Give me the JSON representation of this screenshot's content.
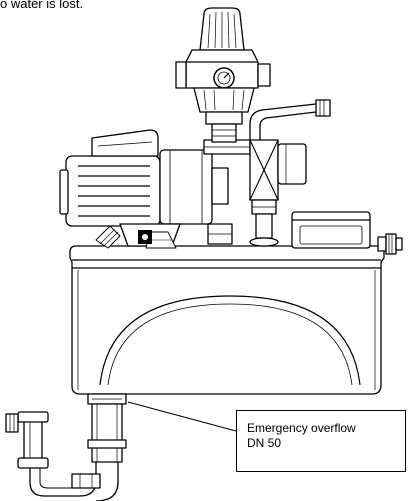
{
  "caption_fragment": "o water is lost.",
  "callout": {
    "line1": "Emergency overflow",
    "line2": "DN 50"
  }
}
